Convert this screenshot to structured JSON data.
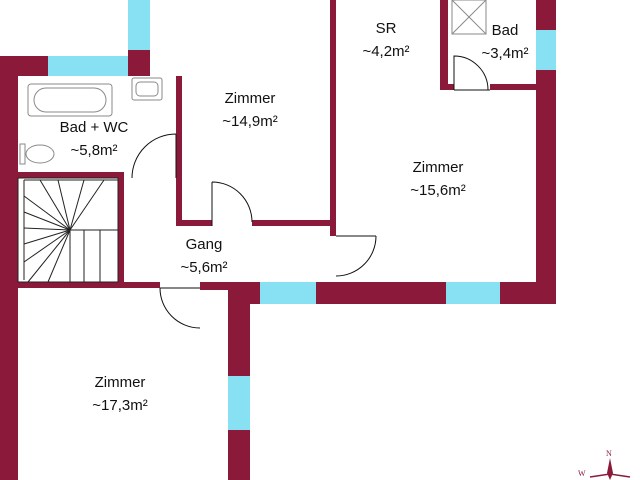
{
  "colors": {
    "wall": "#8b1a3a",
    "window": "#87e1f2",
    "fixture": "#8a8a8a",
    "background": "#ffffff"
  },
  "rooms": [
    {
      "id": "bad-wc",
      "name": "Bad + WC",
      "area": "~5,8m²"
    },
    {
      "id": "zimmer-1",
      "name": "Zimmer",
      "area": "~14,9m²"
    },
    {
      "id": "sr",
      "name": "SR",
      "area": "~4,2m²"
    },
    {
      "id": "bad",
      "name": "Bad",
      "area": "~3,4m²"
    },
    {
      "id": "zimmer-2",
      "name": "Zimmer",
      "area": "~15,6m²"
    },
    {
      "id": "gang",
      "name": "Gang",
      "area": "~5,6m²"
    },
    {
      "id": "zimmer-3",
      "name": "Zimmer",
      "area": "~17,3m²"
    }
  ],
  "compass": {
    "north": "N",
    "west": "W"
  },
  "fixtures": [
    "bathtub-icon",
    "sink-icon",
    "toilet-icon",
    "shower-icon",
    "staircase"
  ]
}
